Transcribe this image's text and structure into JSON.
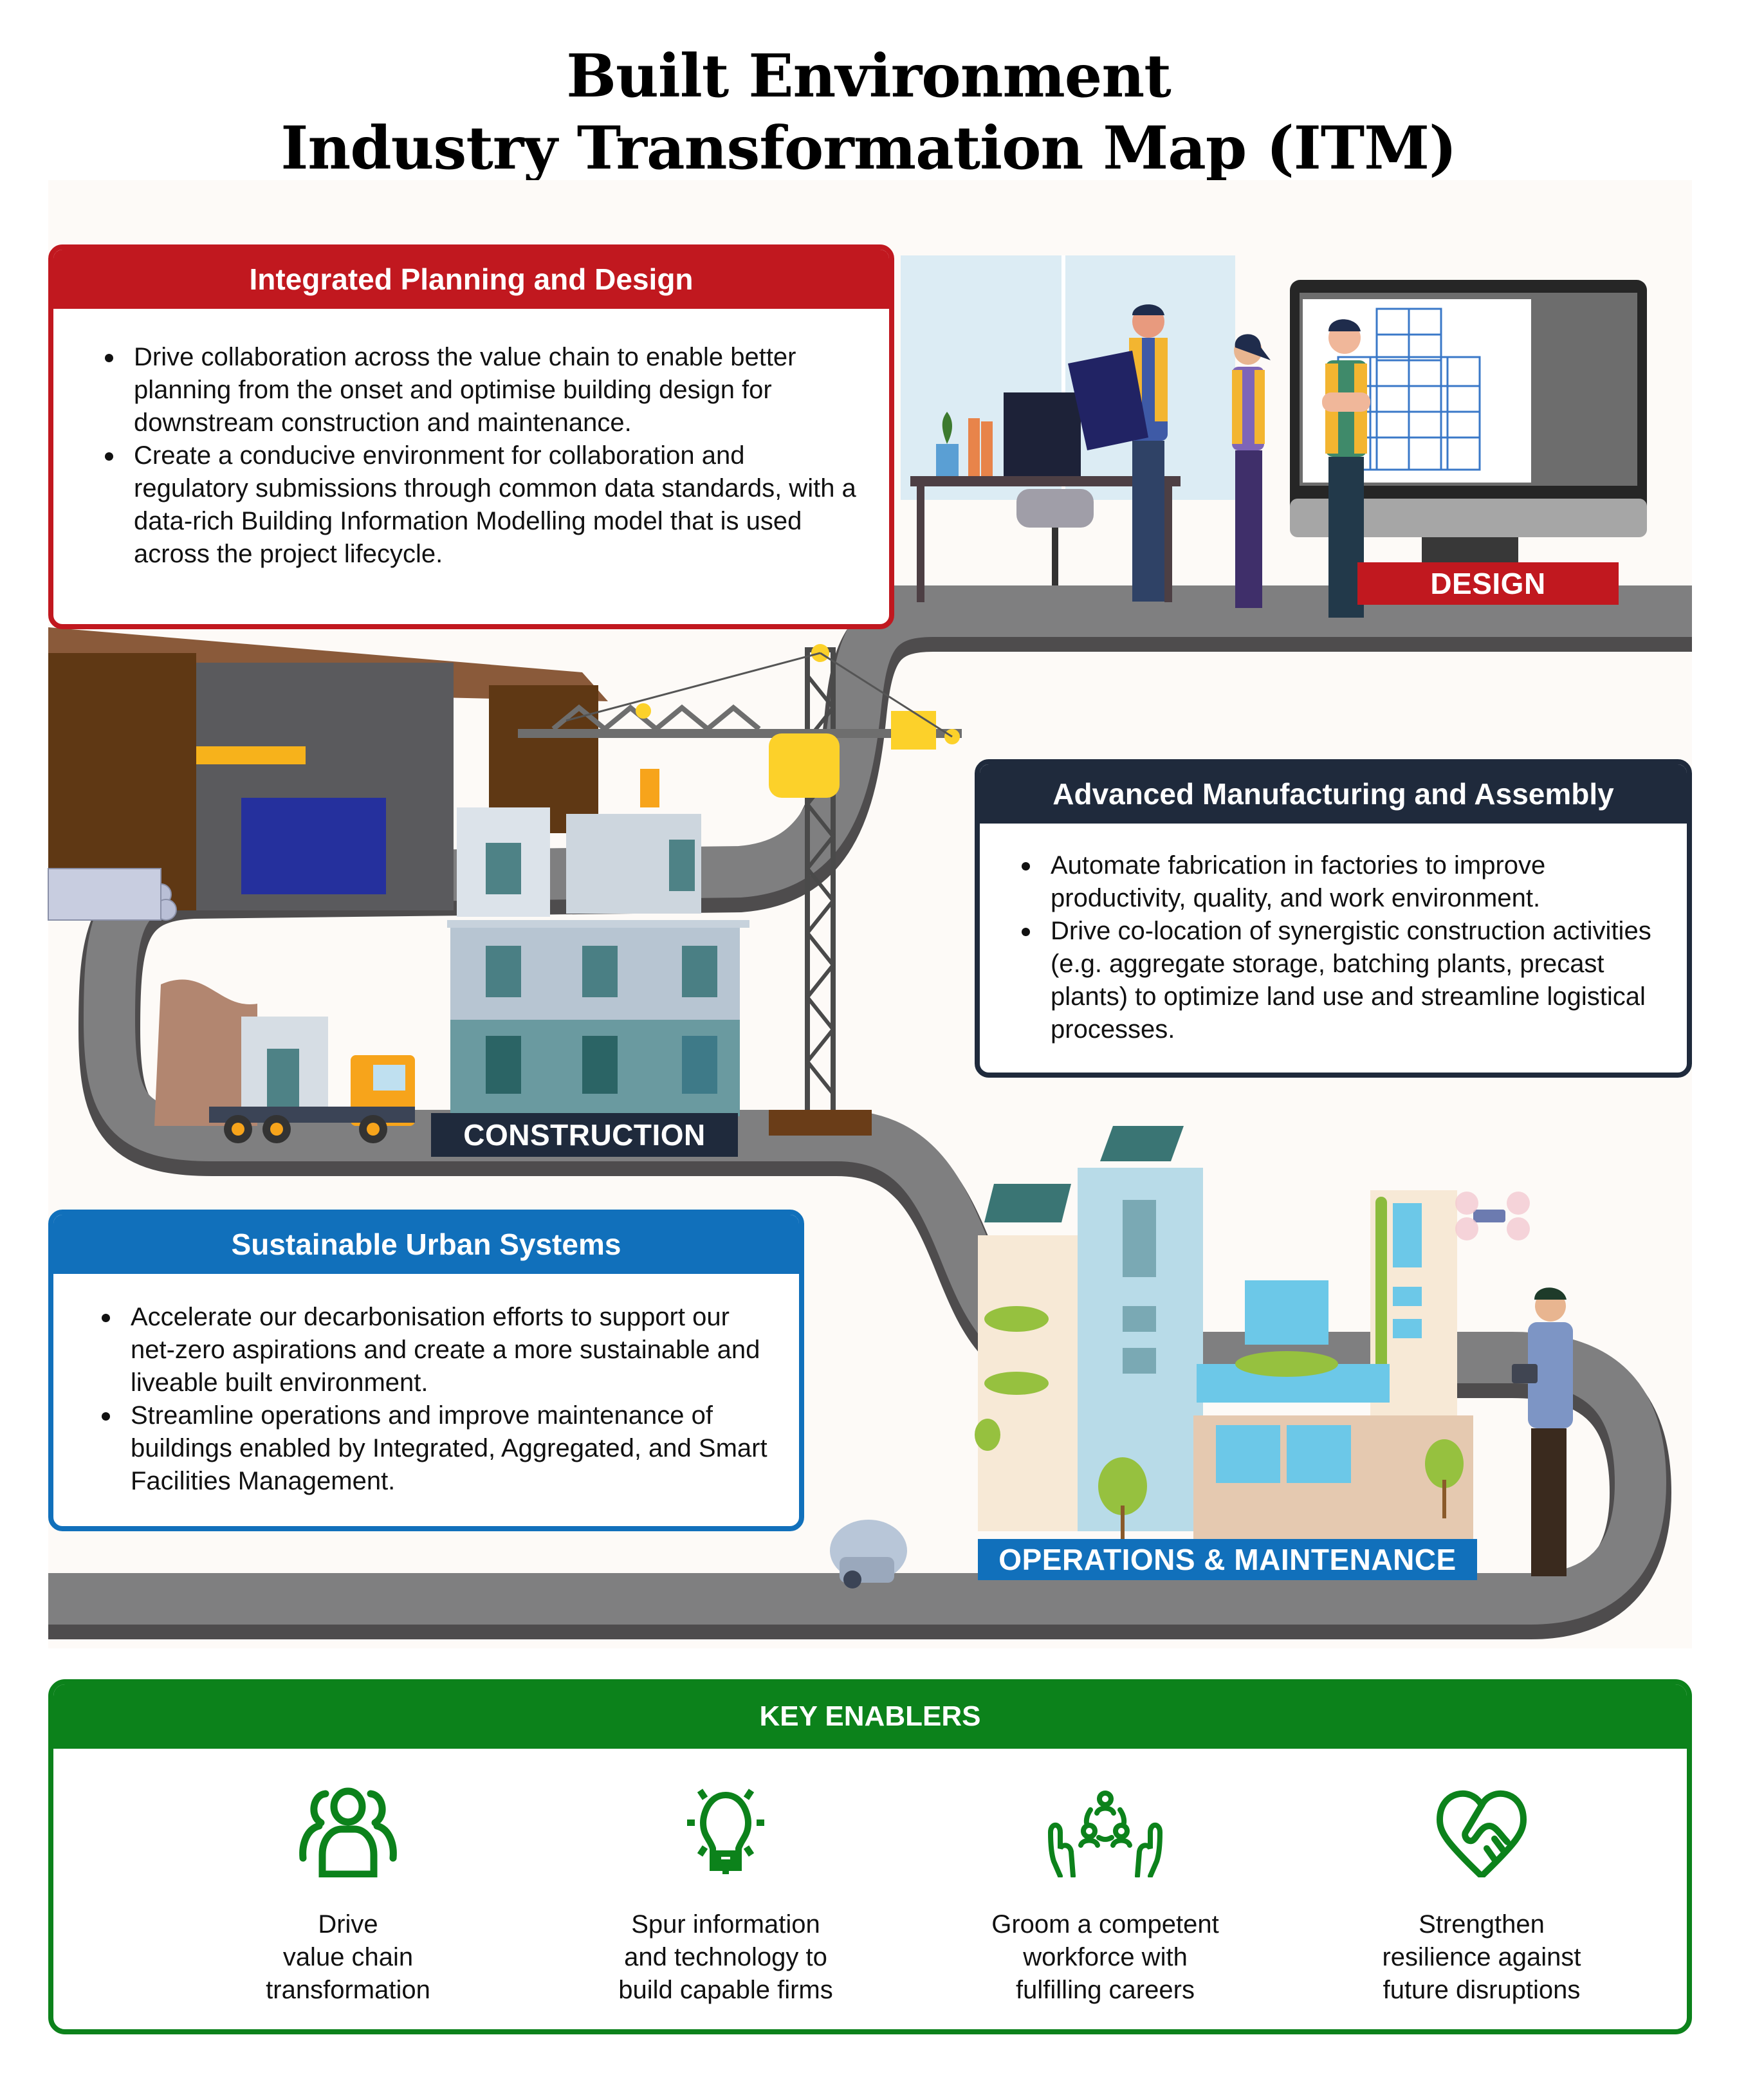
{
  "title": {
    "line1": "Built Environment",
    "line2": "Industry Transformation Map (ITM)"
  },
  "colors": {
    "planning_red": "#c1181f",
    "manufacturing_navy": "#1f2a3c",
    "sustainable_blue": "#1170bb",
    "enablers_green": "#0c821b",
    "road_gray": "#7f7f80",
    "road_dark": "#4e4c4d",
    "canvas_cream": "#fdfaf7"
  },
  "cards": {
    "planning": {
      "title": "Integrated Planning and Design",
      "bullets": [
        "Drive collaboration across the value chain to enable better planning from the onset and optimise building design for downstream construction and maintenance.",
        "Create a conducive environment for collaboration and regulatory submissions through common data standards, with a data-rich Building Information Modelling model that is used across the project lifecycle."
      ]
    },
    "manufacturing": {
      "title": "Advanced Manufacturing and Assembly",
      "bullets": [
        "Automate fabrication in factories to improve productivity, quality, and work environment.",
        "Drive co-location of synergistic construction activities (e.g. aggregate storage, batching plants, precast plants) to optimize land use and streamline logistical processes."
      ]
    },
    "sustainable": {
      "title": "Sustainable Urban Systems",
      "bullets": [
        "Accelerate our decarbonisation efforts to support our net-zero aspirations and create a more sustainable and liveable built environment.",
        "Streamline operations and improve maintenance of buildings enabled by Integrated, Aggregated, and Smart Facilities Management."
      ]
    }
  },
  "stages": {
    "design": "DESIGN",
    "construction": "CONSTRUCTION",
    "operations": "OPERATIONS & MAINTENANCE"
  },
  "illustrations": {
    "design": [
      "office-window",
      "desk-with-laptop",
      "engineer-holding-blueprint",
      "engineer-with-rolled-plans",
      "engineer-arms-crossed",
      "monitor-with-bim-wireframe"
    ],
    "construction": [
      "prefab-factory-shed",
      "steel-pipes",
      "overhead-gantry-crane",
      "tower-crane",
      "modular-building",
      "lifted-module",
      "truck-carrying-module",
      "earth-mound"
    ],
    "operations": [
      "green-buildings",
      "solar-panels",
      "vertical-greenery",
      "trees",
      "inspection-drone",
      "facility-manager-with-tablet",
      "cleaning-robot"
    ]
  },
  "key_enablers": {
    "title": "KEY ENABLERS",
    "items": [
      {
        "icon": "people-group-icon",
        "label": "Drive\nvalue chain\ntransformation"
      },
      {
        "icon": "lightbulb-icon",
        "label": "Spur information\nand technology to\nbuild capable firms"
      },
      {
        "icon": "hands-holding-people-icon",
        "label": "Groom a competent\nworkforce with\nfulfilling careers"
      },
      {
        "icon": "heart-handshake-icon",
        "label": "Strengthen\nresilience against\nfuture disruptions"
      }
    ]
  }
}
